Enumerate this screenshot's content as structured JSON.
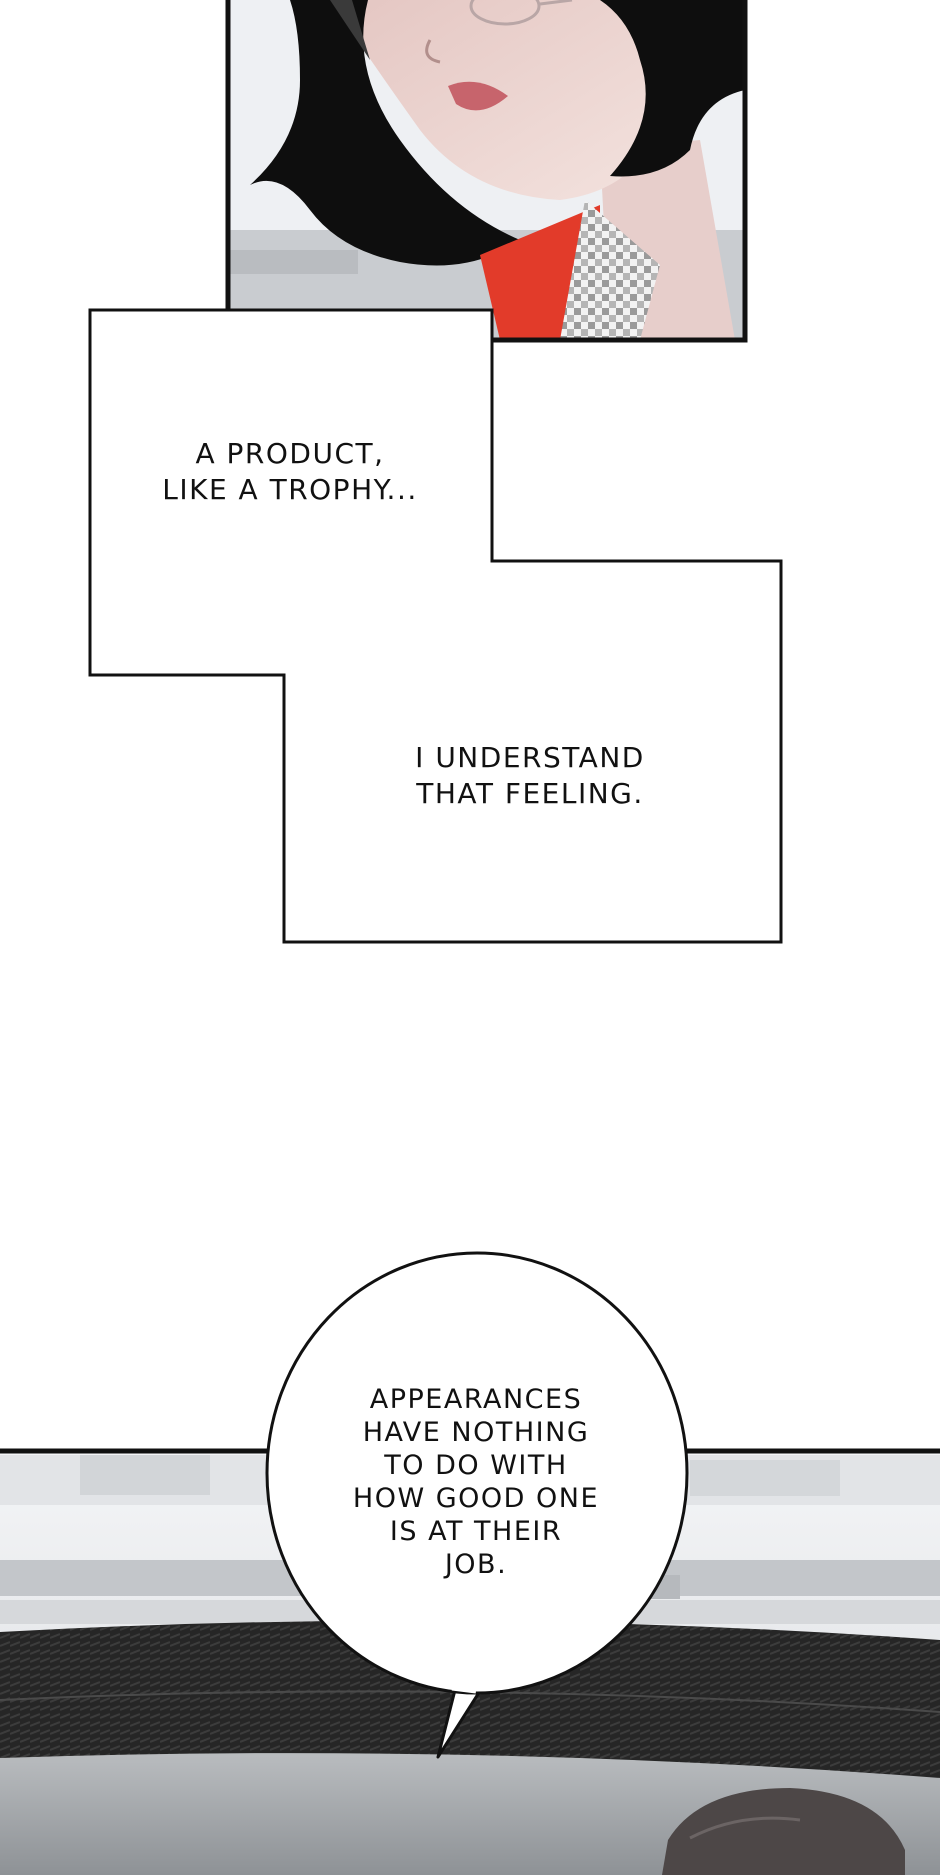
{
  "captions": [
    {
      "lines": [
        "A PRODUCT,",
        "LIKE A TROPHY..."
      ]
    },
    {
      "lines": [
        "I UNDERSTAND",
        "THAT FEELING."
      ]
    }
  ],
  "speech_bubble": {
    "lines": [
      "APPEARANCES",
      "HAVE NOTHING",
      "TO DO WITH",
      "HOW GOOD ONE",
      "IS AT THEIR",
      "JOB."
    ]
  },
  "colors": {
    "background": "#ffffff",
    "border": "#111111",
    "hair": "#0e0e0e",
    "skin": "#ead2cf",
    "lips": "#c7646c",
    "collar": "#e23b2a",
    "car_body": "#2a2a2a",
    "car_hood": "#9a9ea2",
    "window_sky": "#eef0f3"
  }
}
